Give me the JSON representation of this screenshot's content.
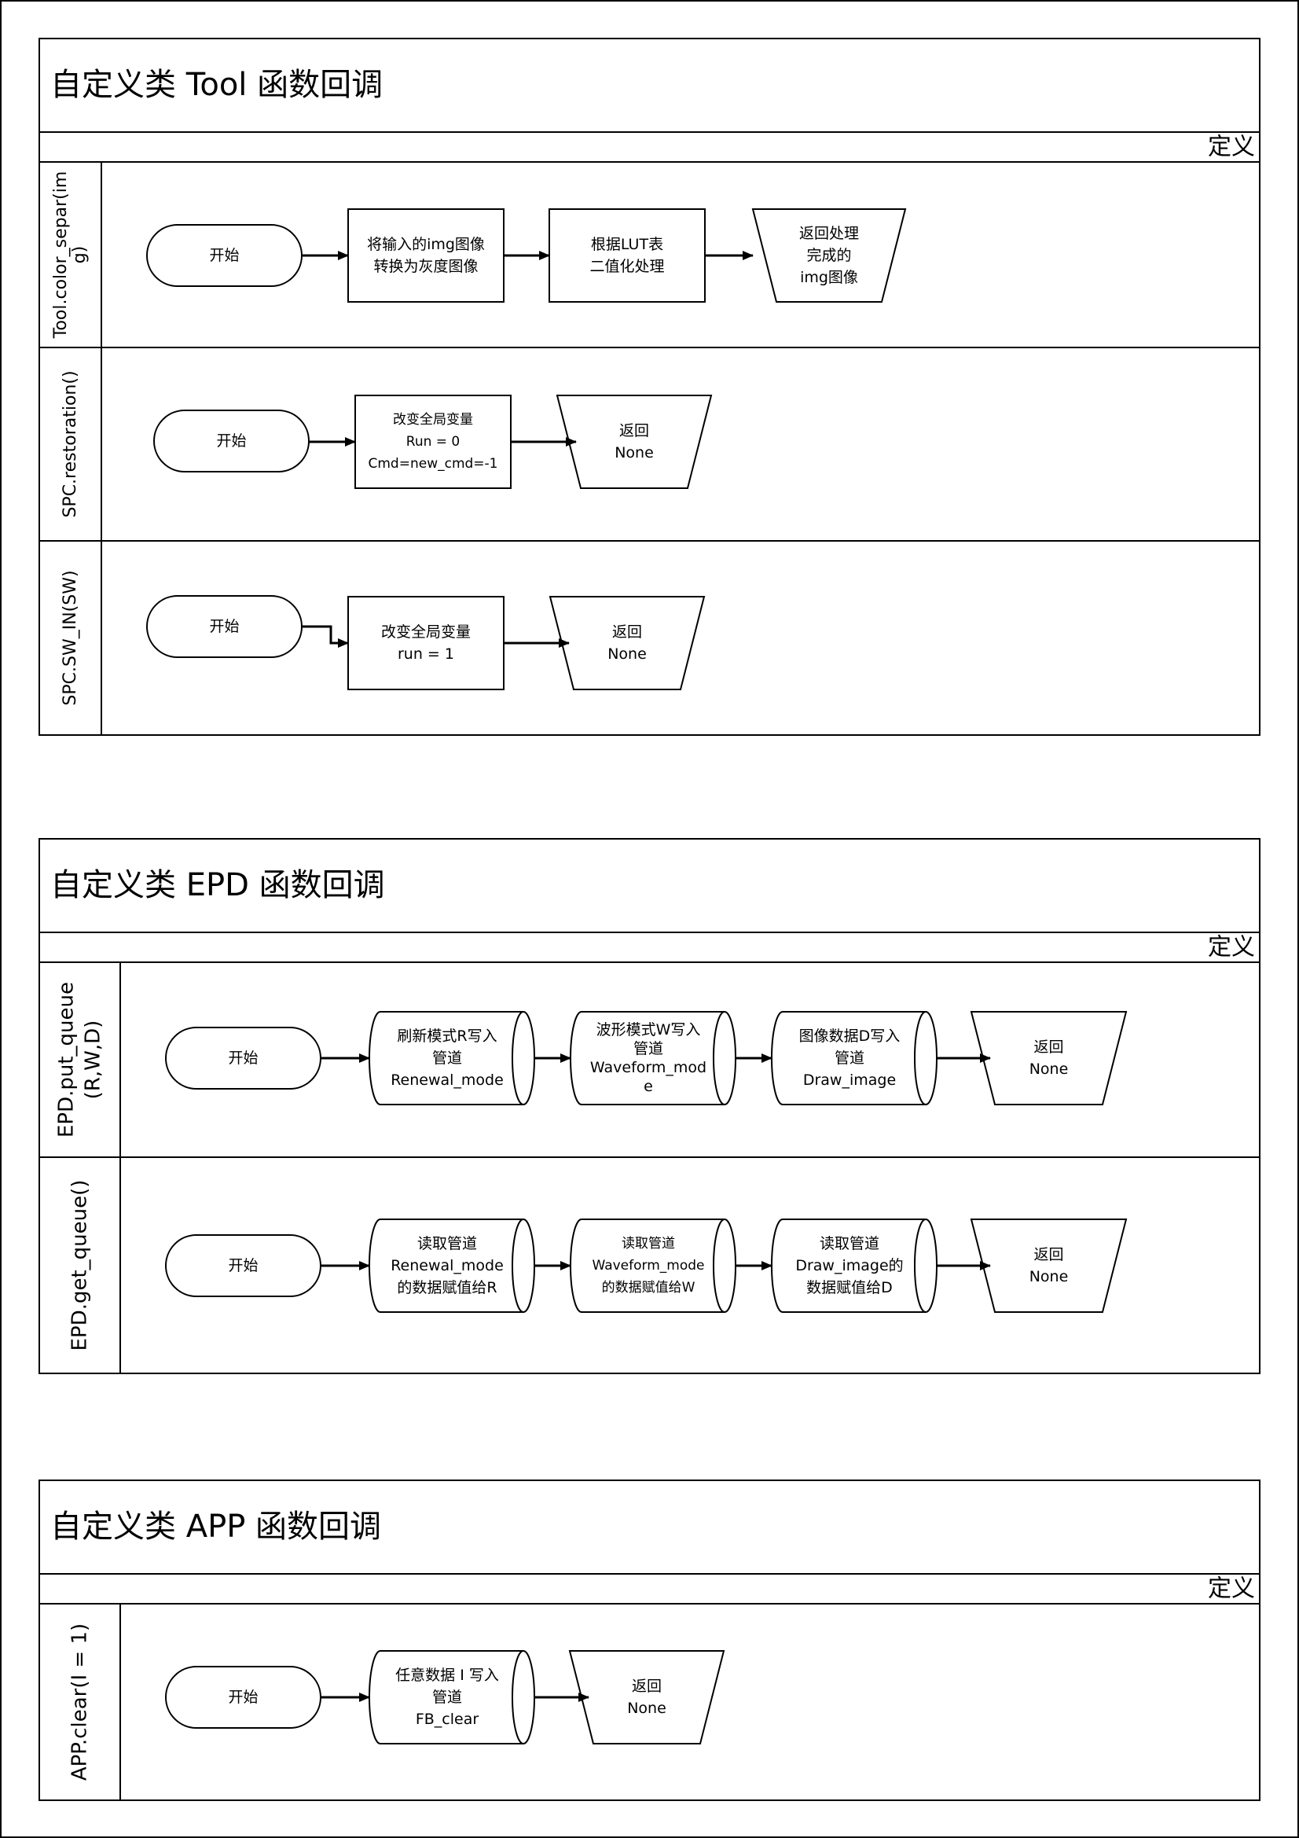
{
  "marker": "定义",
  "sections": [
    {
      "title": "自定义类 Tool 函数回调",
      "lanes": [
        {
          "label": "Tool.color_separ(img)",
          "label_lines": [
            "Tool.color_separ(im",
            "g)"
          ],
          "nodes": [
            {
              "id": "start",
              "text": [
                "开始"
              ]
            },
            {
              "id": "convert-gray",
              "text": [
                "将输入的img图像",
                "转换为灰度图像"
              ]
            },
            {
              "id": "binarize",
              "text": [
                "根据LUT表",
                "二值化处理"
              ]
            },
            {
              "id": "return",
              "text": [
                "返回处理",
                "完成的",
                "img图像"
              ]
            }
          ]
        },
        {
          "label": "SPC.restoration()",
          "label_lines": [
            "SPC.restoration()"
          ],
          "nodes": [
            {
              "id": "start",
              "text": [
                "开始"
              ]
            },
            {
              "id": "set-globals",
              "text": [
                "改变全局变量",
                "Run = 0",
                "Cmd=new_cmd=-1"
              ]
            },
            {
              "id": "return",
              "text": [
                "返回",
                "None"
              ]
            }
          ]
        },
        {
          "label": "SPC.SW_IN(SW)",
          "label_lines": [
            "SPC.SW_IN(SW)"
          ],
          "nodes": [
            {
              "id": "start",
              "text": [
                "开始"
              ]
            },
            {
              "id": "set-globals",
              "text": [
                "改变全局变量",
                "run = 1"
              ]
            },
            {
              "id": "return",
              "text": [
                "返回",
                "None"
              ]
            }
          ]
        }
      ]
    },
    {
      "title": "自定义类 EPD 函数回调",
      "lanes": [
        {
          "label": "EPD.put_queue(R,W,D)",
          "label_lines": [
            "EPD.put_queue",
            "(R,W,D)"
          ],
          "nodes": [
            {
              "id": "start",
              "text": [
                "开始"
              ]
            },
            {
              "id": "write-renewal",
              "text": [
                "刷新模式R写入",
                "管道",
                "Renewal_mode"
              ]
            },
            {
              "id": "write-waveform",
              "text": [
                "波形模式W写入",
                "管道",
                "Waveform_mod",
                "e"
              ]
            },
            {
              "id": "write-draw",
              "text": [
                "图像数据D写入",
                "管道",
                "Draw_image"
              ]
            },
            {
              "id": "return",
              "text": [
                "返回",
                "None"
              ]
            }
          ]
        },
        {
          "label": "EPD.get_queue()",
          "label_lines": [
            "EPD.get_queue()"
          ],
          "nodes": [
            {
              "id": "start",
              "text": [
                "开始"
              ]
            },
            {
              "id": "read-renewal",
              "text": [
                "读取管道",
                "Renewal_mode",
                "的数据赋值给R"
              ]
            },
            {
              "id": "read-waveform",
              "text": [
                "读取管道",
                "Waveform_mode",
                "的数据赋值给W"
              ]
            },
            {
              "id": "read-draw",
              "text": [
                "读取管道",
                "Draw_image的",
                "数据赋值给D"
              ]
            },
            {
              "id": "return",
              "text": [
                "返回",
                "None"
              ]
            }
          ]
        }
      ]
    },
    {
      "title": "自定义类 APP 函数回调",
      "lanes": [
        {
          "label": "APP.clear(I = 1)",
          "label_lines": [
            "APP.clear(I = 1)"
          ],
          "nodes": [
            {
              "id": "start",
              "text": [
                "开始"
              ]
            },
            {
              "id": "write-fb",
              "text": [
                "任意数据 I 写入",
                "管道",
                "FB_clear"
              ]
            },
            {
              "id": "return",
              "text": [
                "返回",
                "None"
              ]
            }
          ]
        }
      ]
    }
  ]
}
